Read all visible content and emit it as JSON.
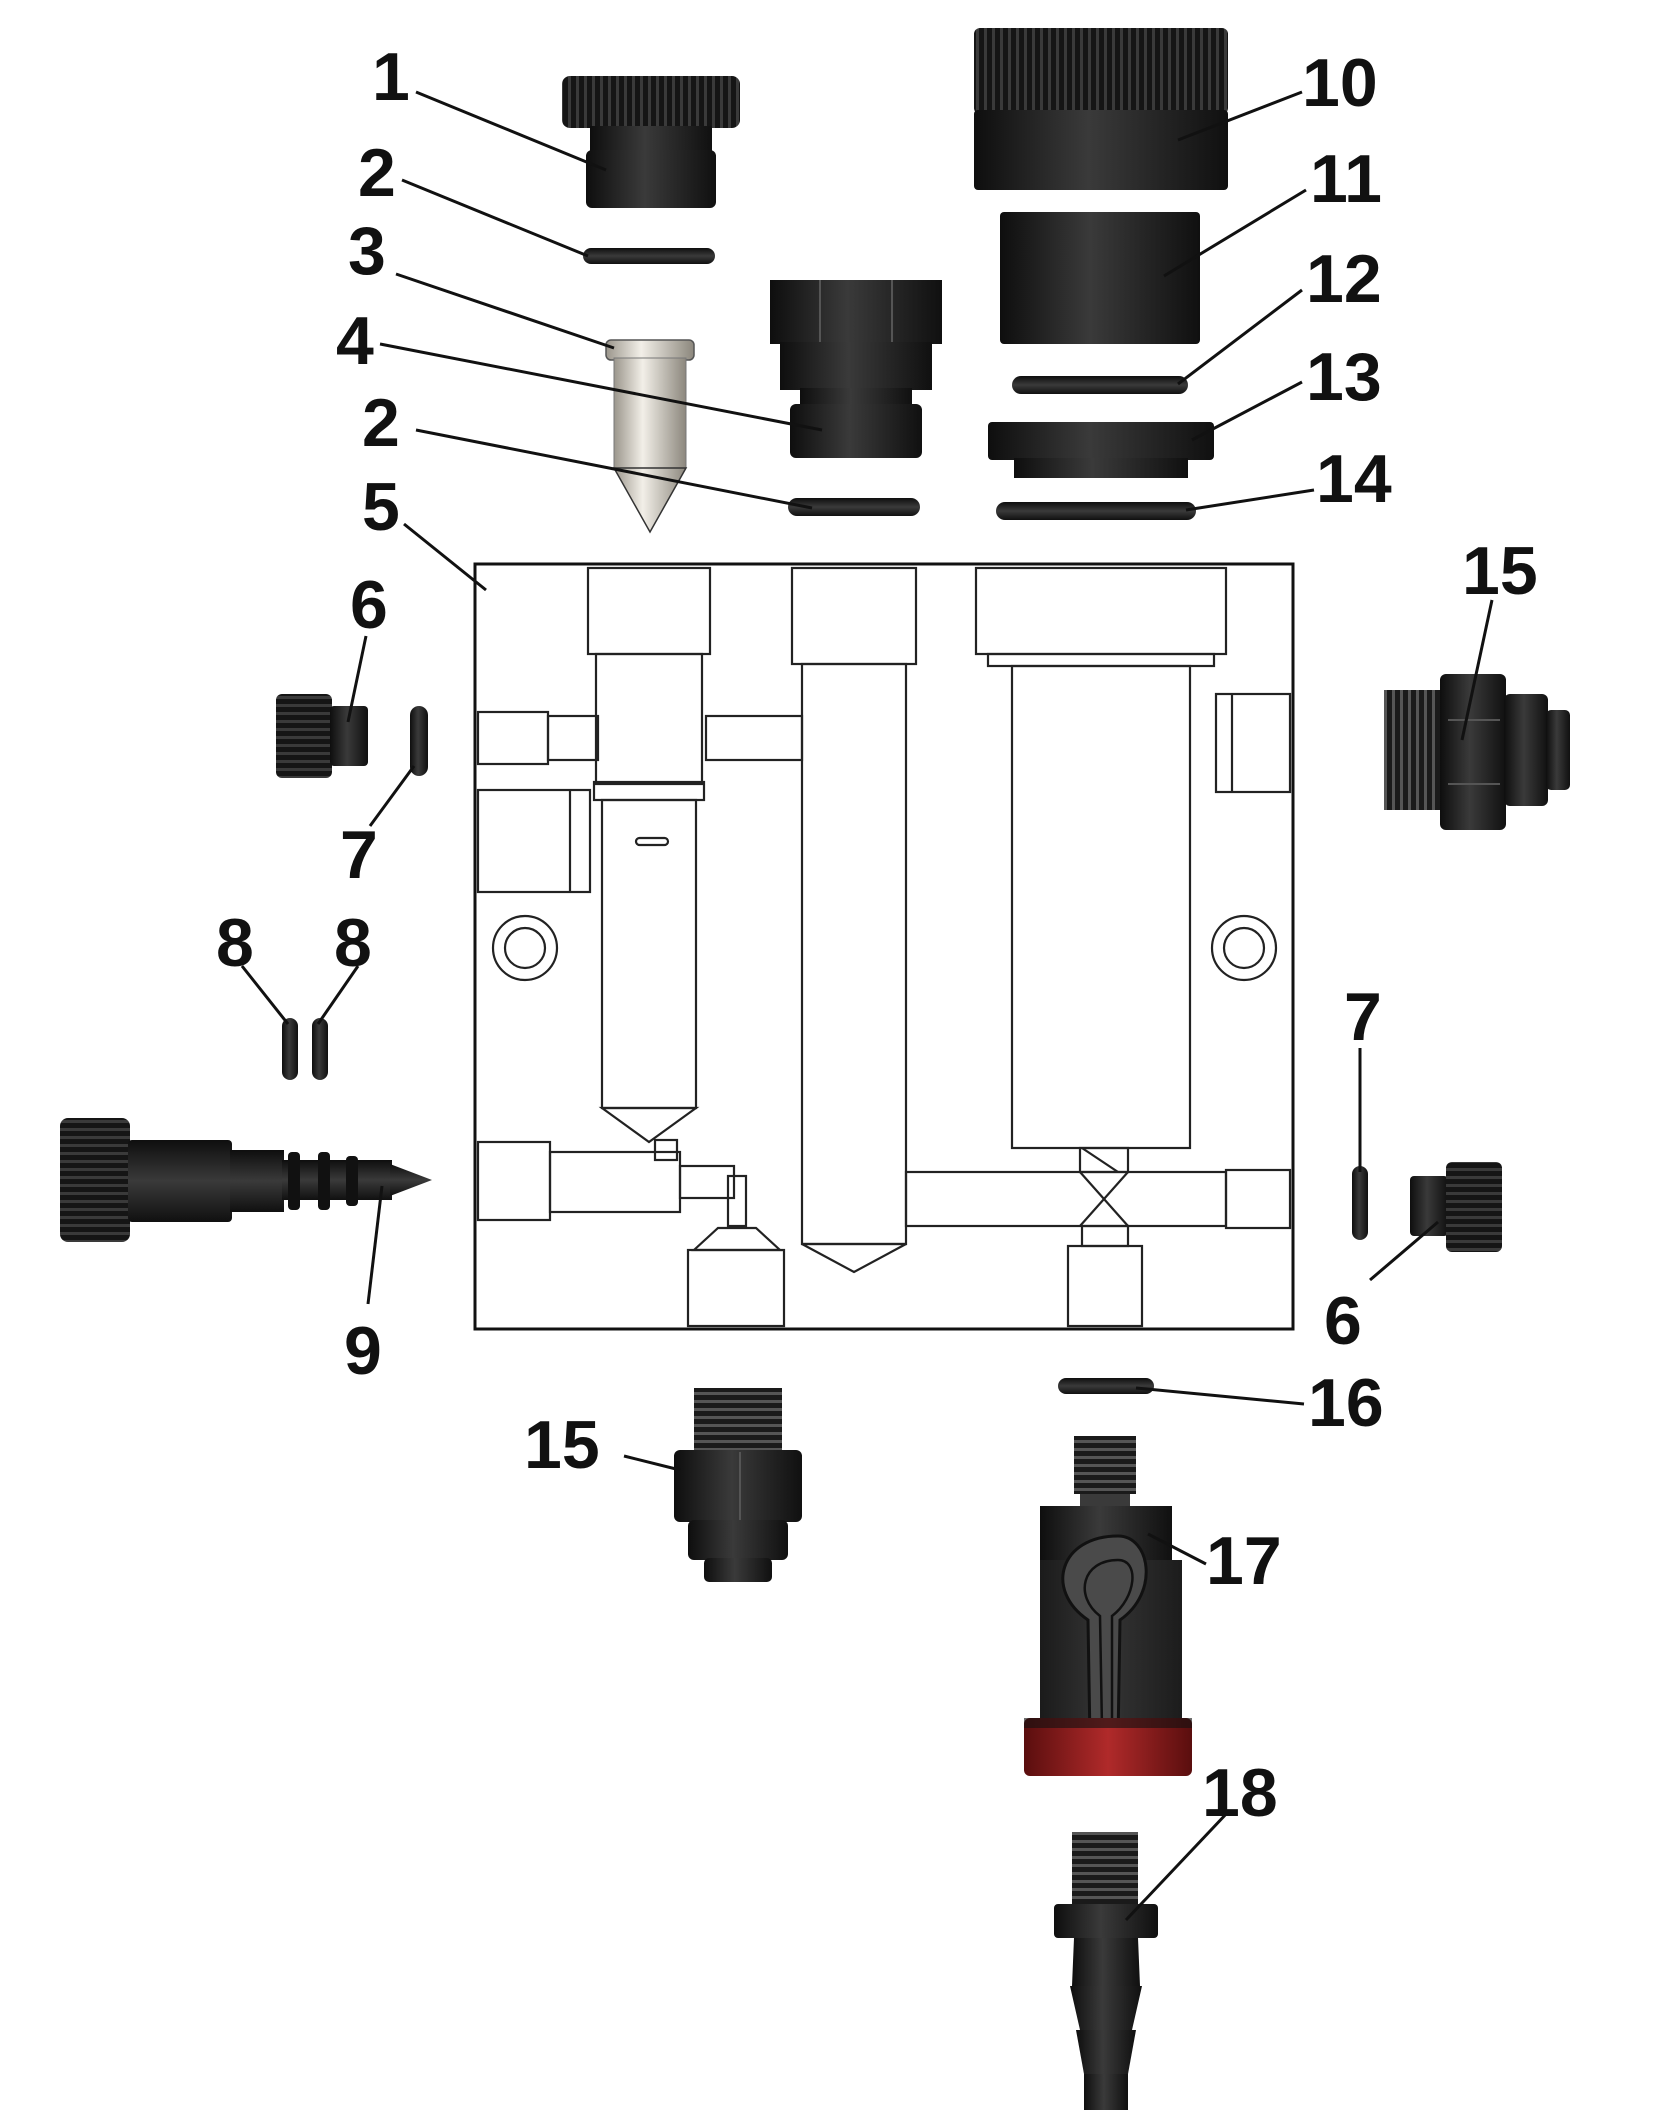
{
  "diagram": {
    "type": "exploded-parts-view",
    "callouts": {
      "c1": "1",
      "c2a": "2",
      "c3": "3",
      "c4": "4",
      "c2b": "2",
      "c5": "5",
      "c6a": "6",
      "c7a": "7",
      "c8a": "8",
      "c8b": "8",
      "c9": "9",
      "c10": "10",
      "c11": "11",
      "c12": "12",
      "c13": "13",
      "c14": "14",
      "c15a": "15",
      "c7b": "7",
      "c6b": "6",
      "c15b": "15",
      "c16": "16",
      "c17": "17",
      "c18": "18"
    },
    "colors": {
      "part_black": "#1c1c1c",
      "needle_metal": "#d8d4cc",
      "valve_grey": "#3a3a3a",
      "valve_red_ring": "#8b1a1a",
      "outline": "#111111"
    }
  }
}
